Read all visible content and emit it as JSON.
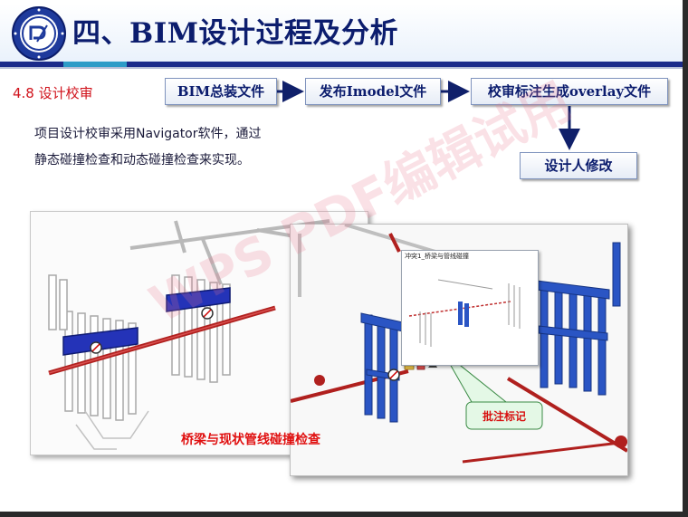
{
  "header": {
    "title": "四、BIM设计过程及分析"
  },
  "section": {
    "label": "4.8  设计校审"
  },
  "flow": {
    "step1": "BIM总装文件",
    "step2": "发布Imodel文件",
    "step3": "校审标注生成overlay文件",
    "step4": "设计人修改"
  },
  "description": {
    "line1": "项目设计校审采用Navigator软件，通过",
    "line2": "静态碰撞检查和动态碰撞检查来实现。"
  },
  "figure": {
    "caption": "桥梁与现状管线碰撞检查",
    "inset_title": "冲突1_桥梁与管线碰撞",
    "callout": "批注标记"
  },
  "watermark": {
    "text": "WPS PDF编辑试用"
  },
  "colors": {
    "title": "#0c1d6e",
    "accent_red": "#d0121b",
    "bar_dark": "#1b2b8a",
    "pipe_red": "#b0201e",
    "structure_blue": "#2a55c4"
  }
}
